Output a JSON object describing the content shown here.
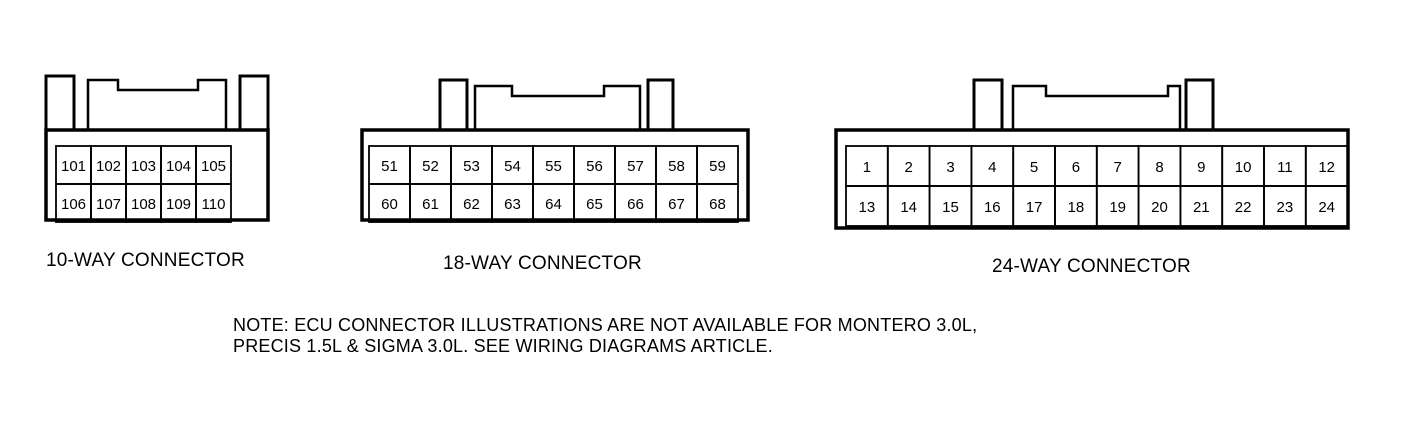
{
  "connectors": [
    {
      "id": "conn-10",
      "caption": "10-WAY CONNECTOR",
      "rows": [
        [
          "101",
          "102",
          "103",
          "104",
          "105"
        ],
        [
          "106",
          "107",
          "108",
          "109",
          "110"
        ]
      ]
    },
    {
      "id": "conn-18",
      "caption": "18-WAY CONNECTOR",
      "rows": [
        [
          "51",
          "52",
          "53",
          "54",
          "55",
          "56",
          "57",
          "58",
          "59"
        ],
        [
          "60",
          "61",
          "62",
          "63",
          "64",
          "65",
          "66",
          "67",
          "68"
        ]
      ]
    },
    {
      "id": "conn-24",
      "caption": "24-WAY CONNECTOR",
      "rows": [
        [
          "1",
          "2",
          "3",
          "4",
          "5",
          "6",
          "7",
          "8",
          "9",
          "10",
          "11",
          "12"
        ],
        [
          "13",
          "14",
          "15",
          "16",
          "17",
          "18",
          "19",
          "20",
          "21",
          "22",
          "23",
          "24"
        ]
      ]
    }
  ],
  "note": {
    "line1": "NOTE:  ECU CONNECTOR ILLUSTRATIONS ARE NOT AVAILABLE FOR MONTERO 3.0L,",
    "line2": "PRECIS 1.5L & SIGMA 3.0L. SEE WIRING DIAGRAMS ARTICLE."
  }
}
